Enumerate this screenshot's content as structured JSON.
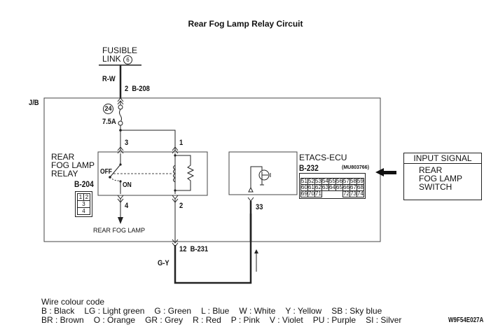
{
  "title": "Rear Fog Lamp Relay Circuit",
  "fusible_link": {
    "label_line1": "FUSIBLE",
    "label_line2": "LINK",
    "number": "6"
  },
  "wire_top": {
    "color": "R-W",
    "pin": "2",
    "connector": "B-208"
  },
  "junction_block": {
    "label": "J/B"
  },
  "fuse": {
    "number": "24",
    "rating": "7.5A"
  },
  "relay": {
    "name_line1": "REAR",
    "name_line2": "FOG LAMP",
    "name_line3": "RELAY",
    "connector": "B-204",
    "connector_pins": [
      [
        "1",
        "2"
      ],
      [
        "3"
      ],
      [
        "4"
      ]
    ],
    "pins": {
      "top_left": "3",
      "top_right": "1",
      "bottom_left": "4",
      "bottom_right": "2"
    },
    "switch_off_label": "OFF",
    "switch_on_label": "ON"
  },
  "load": {
    "label": "REAR FOG LAMP"
  },
  "ecu": {
    "name": "ETACS-ECU",
    "connector": "B-232",
    "part_number": "(MU803766)",
    "pin": "33",
    "pin_rows": [
      [
        "51",
        "52",
        "53",
        "54",
        "55",
        "56",
        "57",
        "58",
        "59"
      ],
      [
        "60",
        "61",
        "62",
        "63",
        "64",
        "65",
        "66",
        "67",
        "68"
      ],
      [
        "69",
        "70",
        "71",
        "",
        "",
        "",
        "72",
        "73",
        "74"
      ]
    ]
  },
  "input_signal": {
    "header": "INPUT SIGNAL",
    "line1": "REAR",
    "line2": "FOG LAMP",
    "line3": "SWITCH"
  },
  "wire_bottom": {
    "color": "G-Y",
    "pin": "12",
    "connector": "B-231"
  },
  "legend": {
    "title": "Wire colour code",
    "row1": [
      "B : Black",
      "LG : Light green",
      "G : Green",
      "L : Blue",
      "W : White",
      "Y : Yellow",
      "SB : Sky blue"
    ],
    "row2": [
      "BR : Brown",
      "O : Orange",
      "GR : Grey",
      "R : Red",
      "P : Pink",
      "V : Violet",
      "PU : Purple",
      "SI : Silver"
    ]
  },
  "figure_code": "W9F54E027A"
}
